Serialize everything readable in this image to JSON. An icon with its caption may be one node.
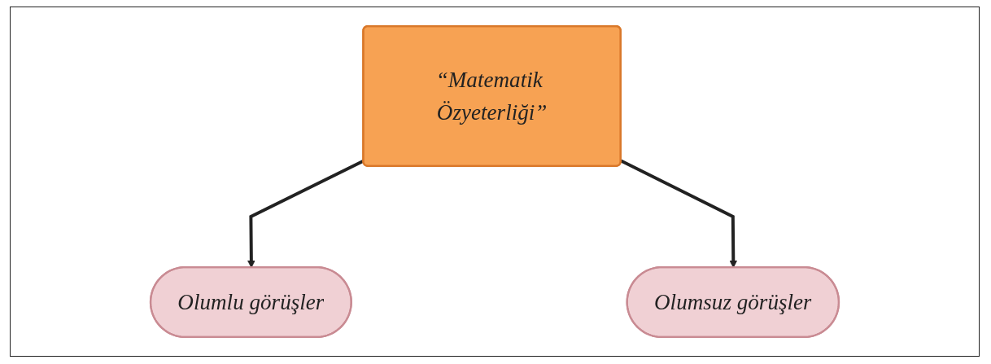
{
  "diagram": {
    "nodes": [
      {
        "text": [
          "“Matematik Özyeterliği”"
        ]
      },
      {
        "text": [
          "Olumlu görüşler"
        ]
      },
      {
        "text": [
          "Olumsuz görüşler"
        ]
      }
    ],
    "edges": [
      {
        "from": 0,
        "to": 1,
        "arrow": "to"
      },
      {
        "from": 0,
        "to": 2,
        "arrow": "to"
      }
    ]
  }
}
